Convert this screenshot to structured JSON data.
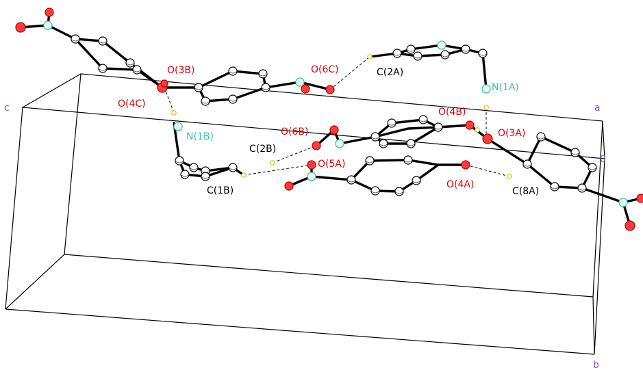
{
  "axes": {
    "a": "a",
    "b": "b",
    "c": "c",
    "origin": "0"
  },
  "labels": {
    "o3b": "O(3B)",
    "o4c": "O(4C)",
    "n1b": "N(1B)",
    "o6c": "O(6C)",
    "c2a": "C(2A)",
    "n1a": "N(1A)",
    "o4b": "O(4B)",
    "o3a": "O(3A)",
    "o6b": "O(6B)",
    "c2b": "C(2B)",
    "o5a": "O(5A)",
    "c1b": "C(1B)",
    "o4a": "O(4A)",
    "c8a": "C(8A)"
  },
  "colors": {
    "oxygen": "#ff3b3b",
    "nitrogen": "#3cc4a0",
    "hydrogen": "#e0c000",
    "axis": "#8a4fd8"
  }
}
